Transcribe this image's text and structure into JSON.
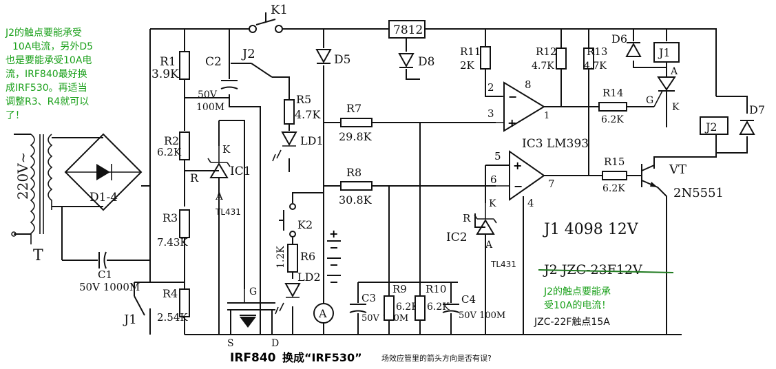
{
  "annotations": {
    "top_left_note": [
      "J2的触点要能承受",
      "10A电流，另外D5",
      "也是要能承受10A电",
      "流，IRF840最好换",
      "成IRF530。再适当",
      "调整R3、R4就可以",
      "了！"
    ],
    "j2_note": [
      "J2的触点要能承",
      "受10A的电流！"
    ],
    "jzc_note": "JZC-22F触点15A",
    "bottom_note_main": "换成“IRF530”",
    "bottom_note_small": "场效应管里的箭头方向是否有误?",
    "j2_struck": "J2  JZC-23F12V"
  },
  "labels": {
    "k1": "K1",
    "j2": "J2",
    "c2": "C2",
    "c2_val1": "50V",
    "c2_val2": "100M",
    "r1": "R1",
    "r1_val": "3.9K",
    "r2": "R2",
    "r2_val": "6.2K",
    "r3": "R3",
    "r3_val": "7.43K",
    "r4": "R4",
    "r4_val": "2.54K",
    "j1_contact": "J1",
    "c1": "C1",
    "c1_val": "50V 1000M",
    "ac": "220V~",
    "t": "T",
    "bridge": "D1-4",
    "k": "K",
    "r": "R",
    "a": "A",
    "ic1": "IC1",
    "tl431_1": "TL431",
    "r5": "R5",
    "r5_val": "4.7K",
    "ld1": "LD1",
    "d5": "D5",
    "reg": "7812",
    "d8": "D8",
    "r7": "R7",
    "r7_val": "29.8K",
    "r8": "R8",
    "r8_val": "30.8K",
    "k2": "K2",
    "r6": "R6",
    "r6_val": "1.2K",
    "ld2": "LD2",
    "meter": "A",
    "c3": "C3",
    "c3_val": "50V 100M",
    "r9": "R9",
    "r9_val": "6.2K",
    "r10": "R10",
    "r10_val": "6.2K",
    "c4": "C4",
    "c4_val": "50V 100M",
    "r11": "R11",
    "r11_val": "2K",
    "ic2": "IC2",
    "tl431_2": "TL431",
    "ic3": "IC3 LM393",
    "pin2": "2",
    "pin3": "3",
    "pin8": "8",
    "pin1": "1",
    "pin5": "5",
    "pin6": "6",
    "pin7": "7",
    "pin4": "4",
    "r12": "R12",
    "r12_val": "4.7K",
    "r13": "R13",
    "r13_val": "4.7K",
    "d6": "D6",
    "j1_coil": "J1",
    "scr_a": "A",
    "scr_g": "G",
    "scr_k": "K",
    "r14": "R14",
    "r14_val": "6.2K",
    "r15": "R15",
    "r15_val": "6.2K",
    "vt": "VT",
    "vt_part": "2N5551",
    "j2_coil": "J2",
    "d7": "D7",
    "j1_spec": "J1   4098 12V",
    "mosfet": "IRF840",
    "mos_g": "G",
    "mos_s": "S",
    "mos_d": "D"
  }
}
